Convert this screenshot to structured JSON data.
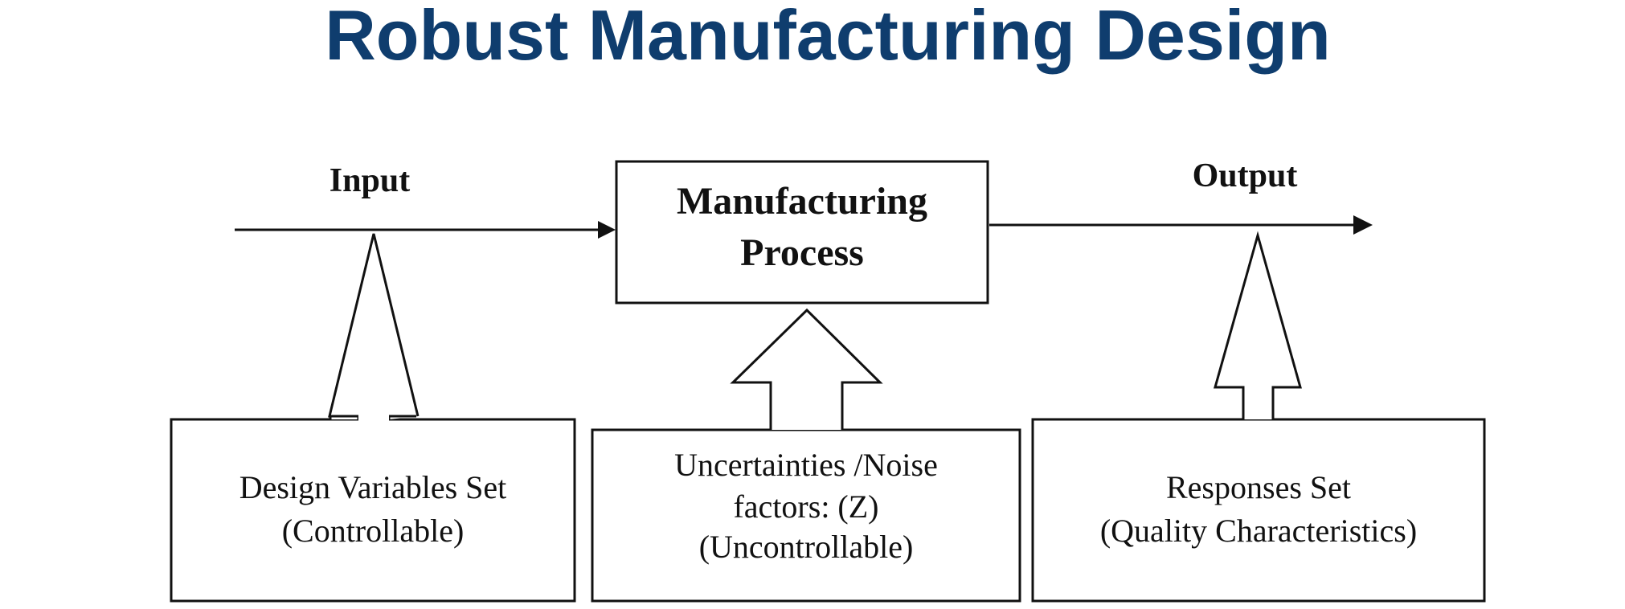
{
  "title": "Robust Manufacturing Design",
  "diagram": {
    "input_label": "Input",
    "output_label": "Output",
    "process": {
      "line1": "Manufacturing",
      "line2": "Process"
    },
    "design_box": {
      "line1": "Design Variables Set",
      "line2": "(Controllable)"
    },
    "noise_box": {
      "line1": "Uncertainties /Noise",
      "line2": "factors: (Z)",
      "line3": "(Uncontrollable)"
    },
    "response_box": {
      "line1": "Responses Set",
      "line2": "(Quality Characteristics)"
    }
  },
  "colors": {
    "title": "#0f3d6e",
    "lines": "#111111",
    "background": "#ffffff"
  }
}
